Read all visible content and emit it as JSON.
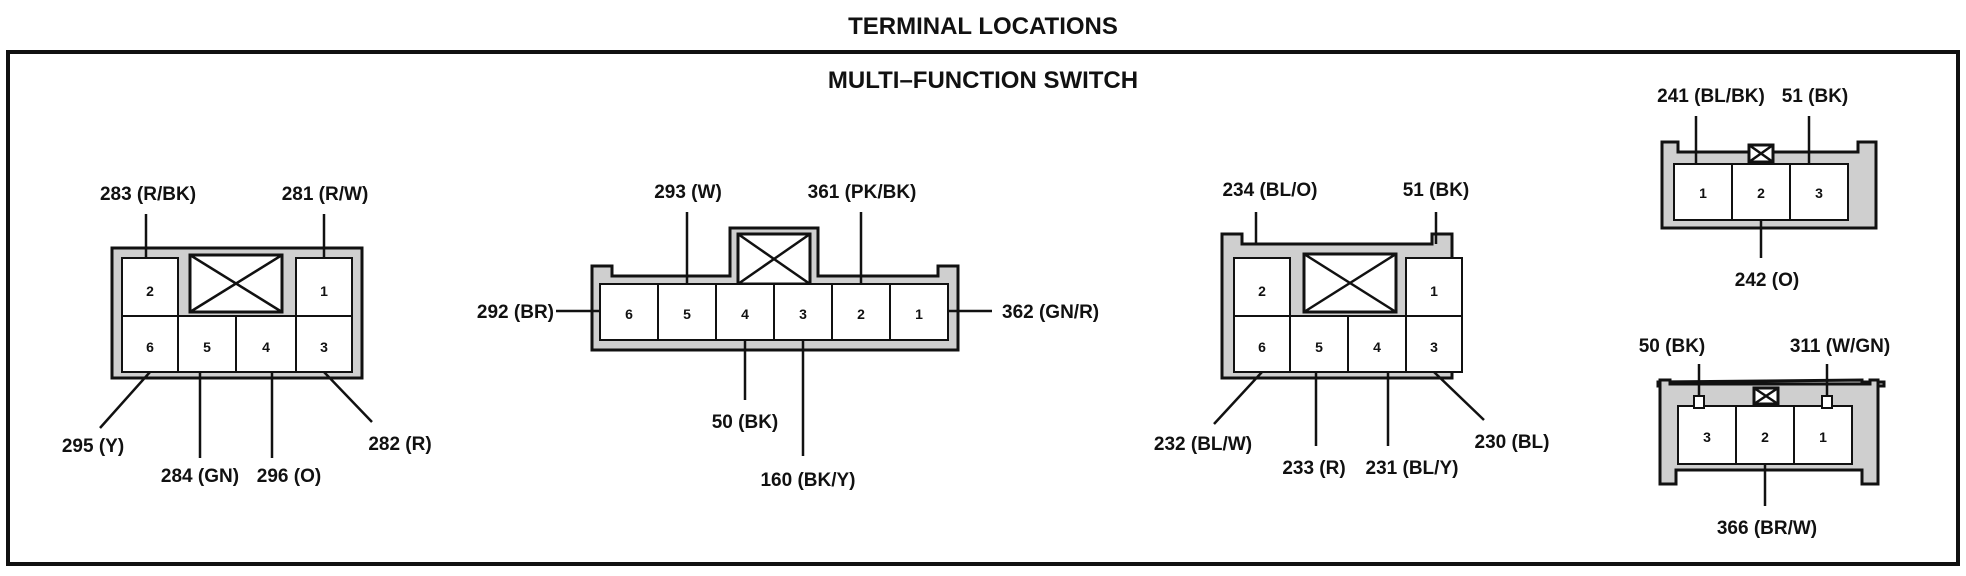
{
  "title": "TERMINAL LOCATIONS",
  "subtitle": "MULTI–FUNCTION SWITCH",
  "connectors": [
    {
      "pins_top": [
        "2",
        "1"
      ],
      "pins_bottom": [
        "6",
        "5",
        "4",
        "3"
      ],
      "labels": [
        "283 (R/BK)",
        "281 (R/W)",
        "295 (Y)",
        "284 (GN)",
        "296 (O)",
        "282 (R)"
      ]
    },
    {
      "pins": [
        "6",
        "5",
        "4",
        "3",
        "2",
        "1"
      ],
      "labels": [
        "293 (W)",
        "361 (PK/BK)",
        "292 (BR)",
        "362 (GN/R)",
        "50 (BK)",
        "160 (BK/Y)"
      ]
    },
    {
      "pins_top": [
        "2",
        "1"
      ],
      "pins_bottom": [
        "6",
        "5",
        "4",
        "3"
      ],
      "labels": [
        "234 (BL/O)",
        "51 (BK)",
        "232 (BL/W)",
        "233 (R)",
        "231 (BL/Y)",
        "230 (BL)"
      ]
    },
    {
      "pins": [
        "1",
        "2",
        "3"
      ],
      "labels": [
        "241 (BL/BK)",
        "51 (BK)",
        "242 (O)"
      ]
    },
    {
      "pins": [
        "3",
        "2",
        "1"
      ],
      "labels": [
        "50 (BK)",
        "311 (W/GN)",
        "366 (BR/W)"
      ]
    }
  ]
}
